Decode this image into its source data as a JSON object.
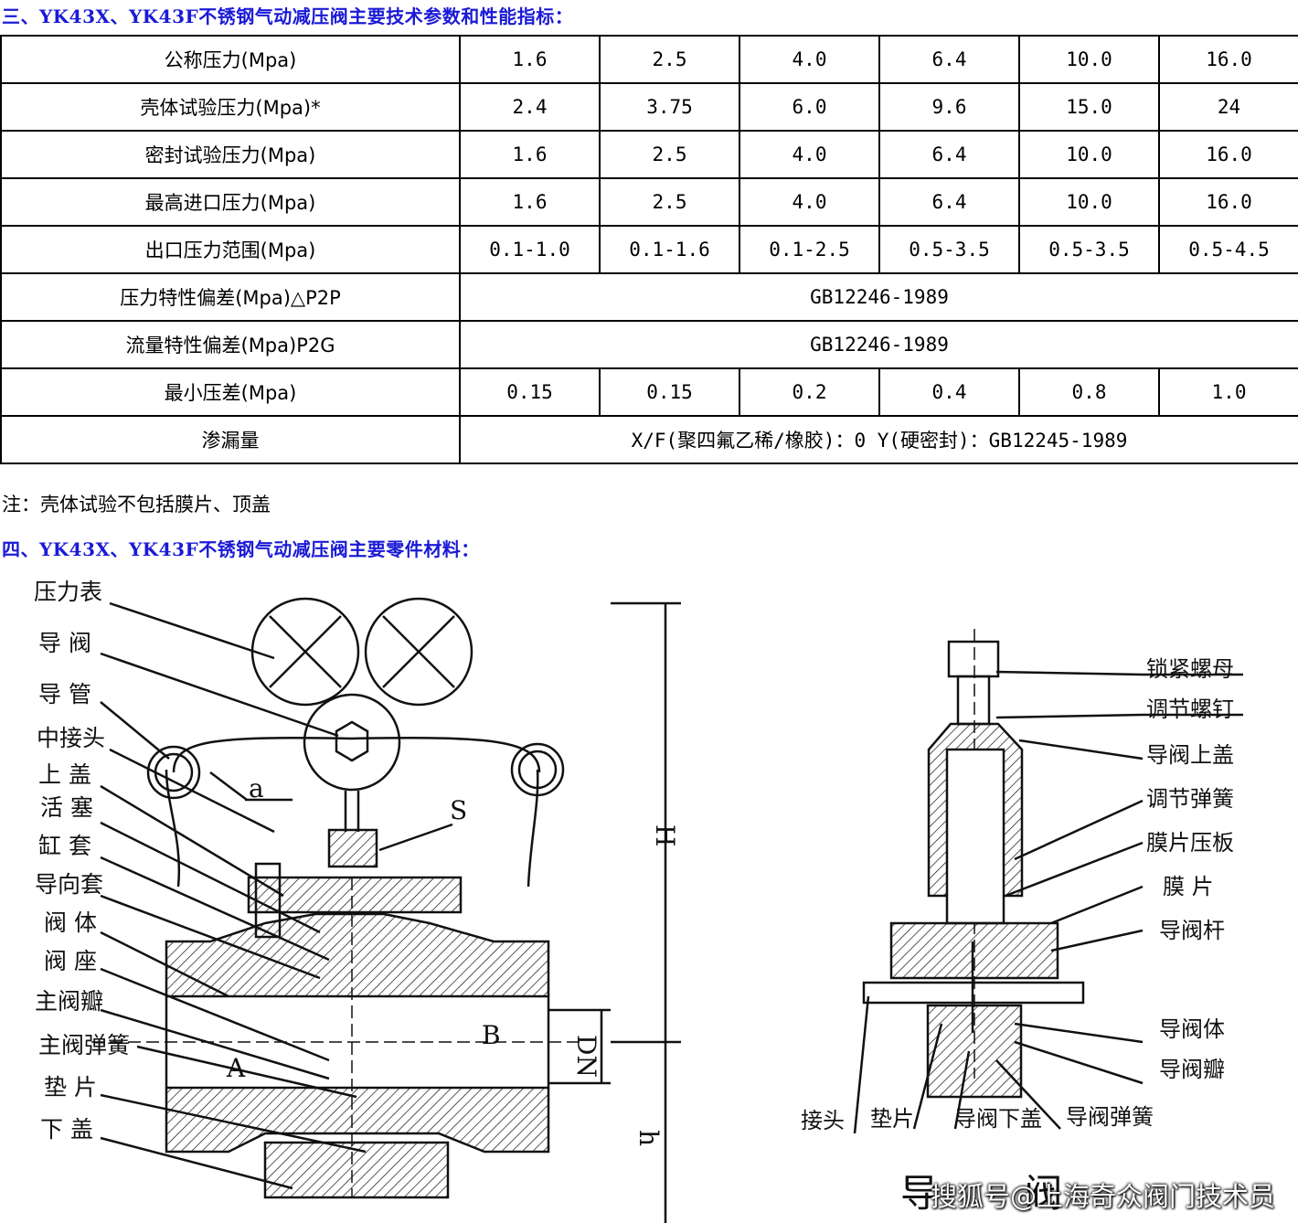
{
  "section3_heading": "三、YK43X、YK43F不锈钢气动减压阀主要技术参数和性能指标：",
  "section4_heading": "四、YK43X、YK43F不锈钢气动减压阀主要零件材料：",
  "note": "注：壳体试验不包括膜片、顶盖",
  "table": {
    "rows": [
      {
        "label": "公称压力(Mpa)",
        "values": [
          "1.6",
          "2.5",
          "4.0",
          "6.4",
          "10.0",
          "16.0"
        ]
      },
      {
        "label": "壳体试验压力(Mpa)*",
        "values": [
          "2.4",
          "3.75",
          "6.0",
          "9.6",
          "15.0",
          "24"
        ]
      },
      {
        "label": "密封试验压力(Mpa)",
        "values": [
          "1.6",
          "2.5",
          "4.0",
          "6.4",
          "10.0",
          "16.0"
        ]
      },
      {
        "label": "最高进口压力(Mpa)",
        "values": [
          "1.6",
          "2.5",
          "4.0",
          "6.4",
          "10.0",
          "16.0"
        ]
      },
      {
        "label": "出口压力范围(Mpa)",
        "values": [
          "0.1-1.0",
          "0.1-1.6",
          "0.1-2.5",
          "0.5-3.5",
          "0.5-3.5",
          "0.5-4.5"
        ]
      },
      {
        "label": "压力特性偏差(Mpa)△P2P",
        "merged": "GB12246-1989"
      },
      {
        "label": "流量特性偏差(Mpa)P2G",
        "merged": "GB12246-1989"
      },
      {
        "label": "最小压差(Mpa)",
        "values": [
          "0.15",
          "0.15",
          "0.2",
          "0.4",
          "0.8",
          "1.0"
        ]
      },
      {
        "label": "渗漏量",
        "merged": "X/F(聚四氟乙稀/橡胶)：0  Y(硬密封)：GB12245-1989"
      }
    ]
  },
  "main_valve_labels": [
    "压力表",
    "导 阀",
    "导 管",
    "中接头",
    "上 盖",
    "活 塞",
    "缸 套",
    "导向套",
    "阀 体",
    "阀 座",
    "主阀瓣",
    "主阀弹簧",
    "垫 片",
    "下 盖"
  ],
  "main_valve_letters": {
    "a": "a",
    "s": "S",
    "b": "B",
    "a_big": "A",
    "h_big": "H",
    "h_small": "h",
    "dn": "DN"
  },
  "pilot_labels_right": [
    "锁紧螺母",
    "调节螺钉",
    "导阀上盖",
    "调节弹簧",
    "膜片压板",
    "膜 片",
    "导阀杆",
    "导阀体",
    "导阀瓣"
  ],
  "pilot_labels_bottom": [
    "接头",
    "垫片",
    "导阀下盖",
    "导阀弹簧"
  ],
  "pilot_title": "导 阀",
  "watermark": "搜狐号@上海奇众阀门技术员"
}
